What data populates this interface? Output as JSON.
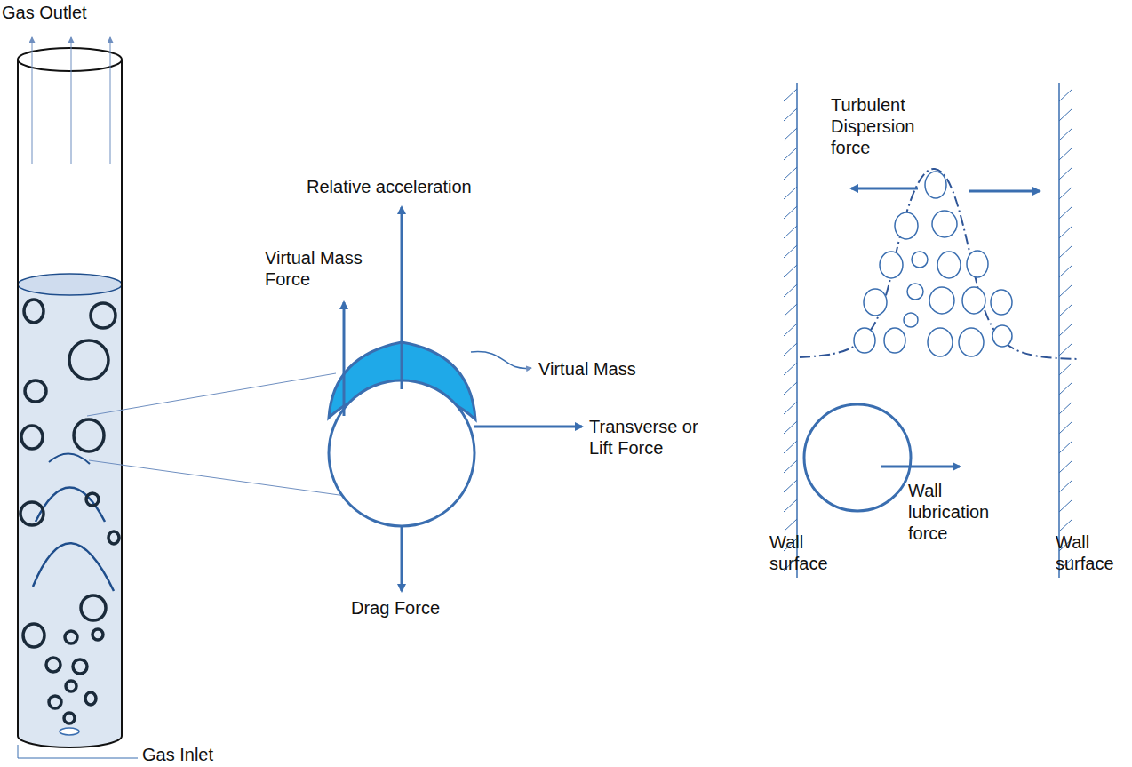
{
  "diagram": {
    "labels": [
      "Gas Outlet",
      "Relative acceleration",
      "Virtual Mass Force",
      "Virtual Mass",
      "Transverse or Lift Force",
      "Drag Force",
      "Turbulent Dispersion force",
      "Wall lubrication force",
      "Wall surface",
      "Wall surface",
      "Gas Inlet"
    ]
  }
}
